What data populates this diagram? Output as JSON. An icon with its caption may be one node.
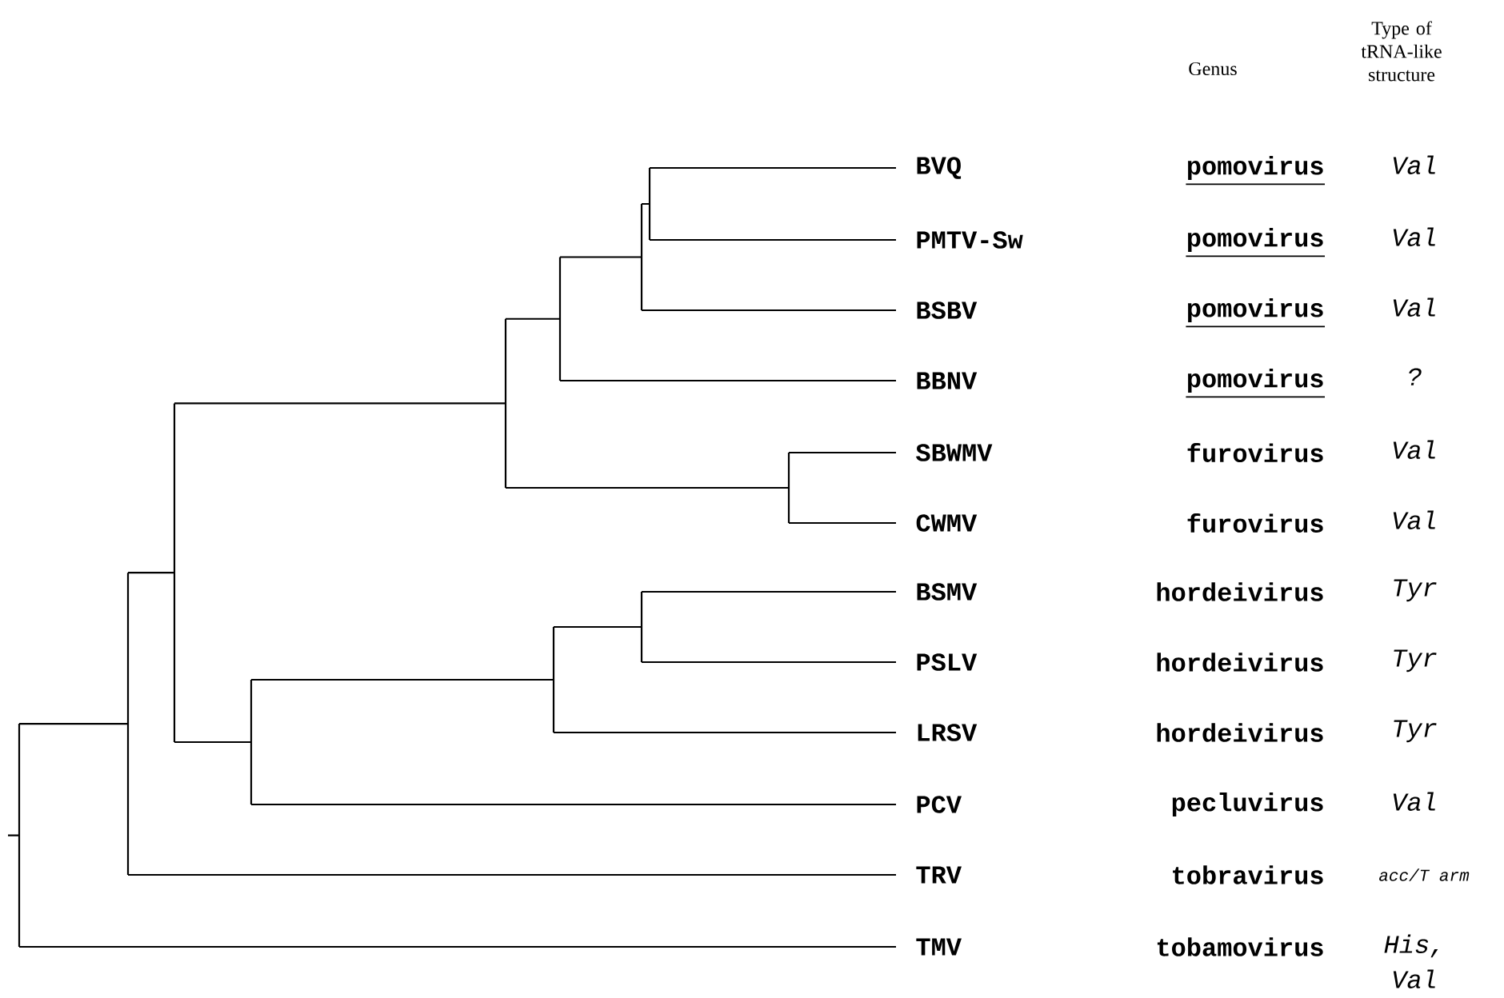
{
  "diagram": {
    "labels": [
      "Genus",
      "Type of tRNA-like structure",
      "BVQ",
      "pomovirus",
      "Val",
      "PMTV-Sw",
      "pomovirus",
      "Val",
      "BSBV",
      "pomovirus",
      "Val",
      "BBNV",
      "pomovirus",
      "?",
      "SBWMV",
      "furovirus",
      "Val",
      "CWMV",
      "furovirus",
      "Val",
      "BSMV",
      "hordeivirus",
      "Tyr",
      "PSLV",
      "hordeivirus",
      "Tyr",
      "LRSV",
      "hordeivirus",
      "Tyr",
      "PCV",
      "pecluvirus",
      "Val",
      "TRV",
      "tobravirus",
      "acc/T arm",
      "TMV",
      "tobamovirus",
      "His, Val"
    ]
  }
}
